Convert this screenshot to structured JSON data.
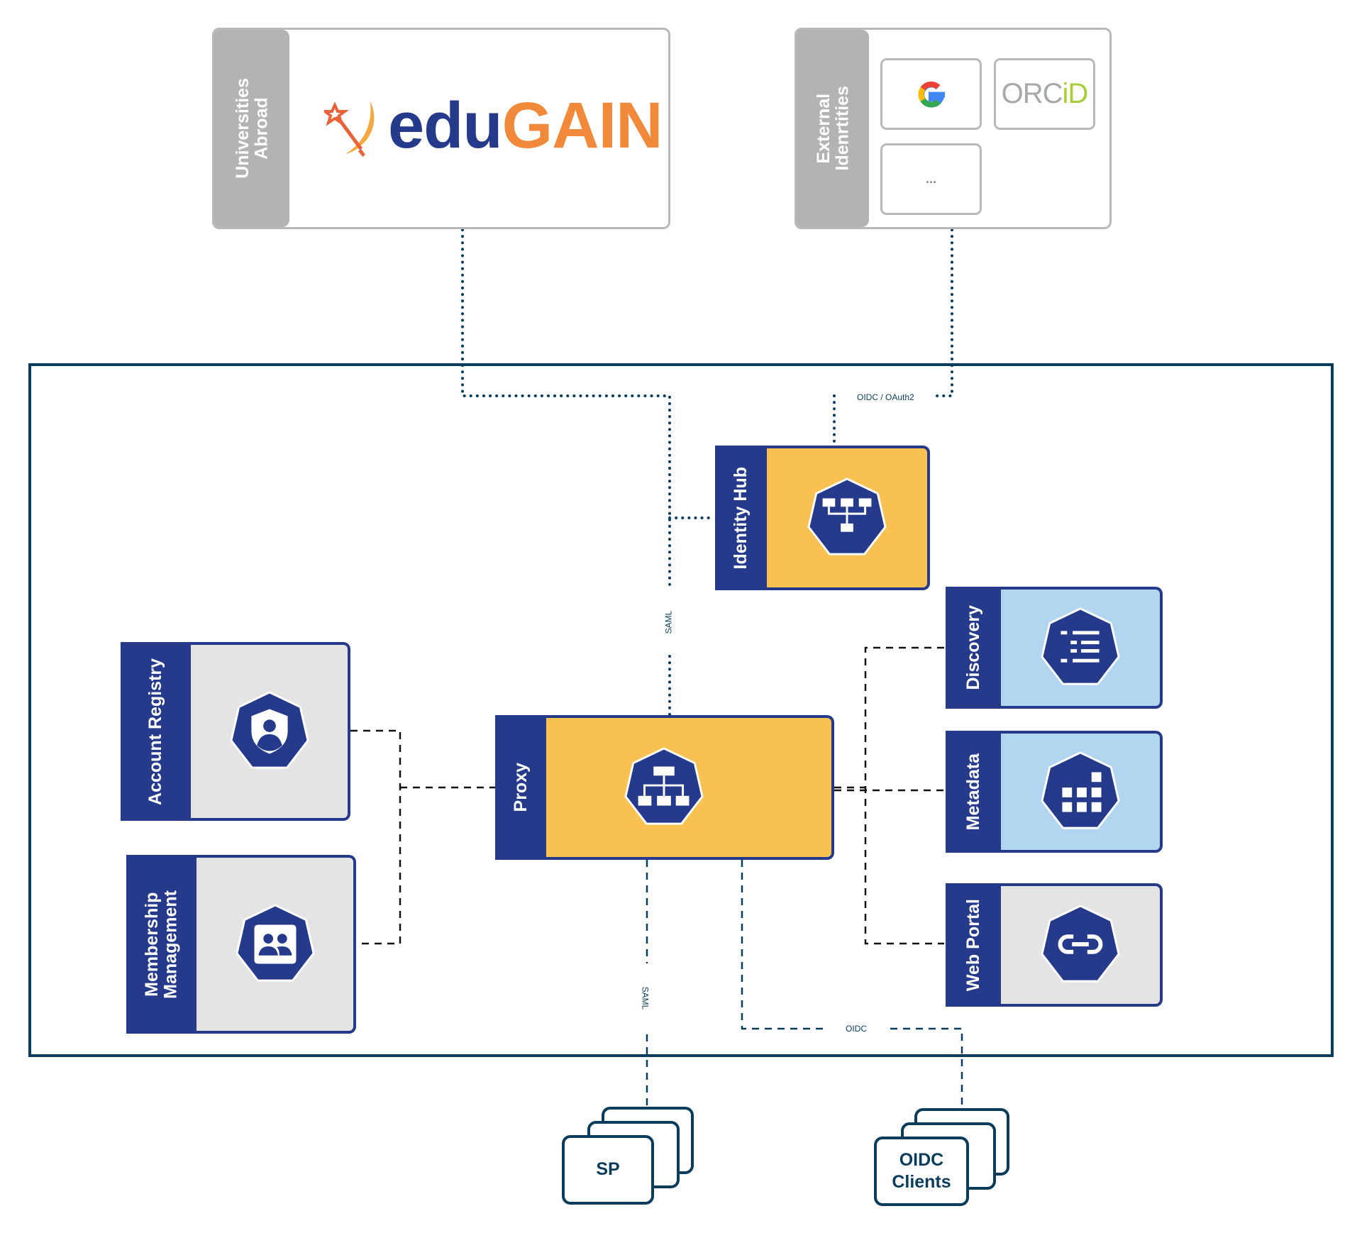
{
  "external_sources": {
    "universities": {
      "side_label_line1": "Universities",
      "side_label_line2": "Abroad",
      "logo_text_part1": "edu",
      "logo_text_part2": "GAIN"
    },
    "external_identities": {
      "side_label_line1": "External",
      "side_label_line2": "Idenrtities",
      "tiles": [
        {
          "name": "google",
          "label": "G"
        },
        {
          "name": "orcid",
          "label_part1": "ORC",
          "label_part2": "iD"
        },
        {
          "name": "more",
          "label": "..."
        }
      ]
    }
  },
  "connections": {
    "oidc_oauth2": "OIDC / OAuth2",
    "saml_upper": "SAML",
    "saml_lower": "SAML",
    "oidc_lower": "OIDC"
  },
  "services": {
    "identity_hub": {
      "label": "Identity Hub",
      "icon": "federation-hierarchy-icon"
    },
    "proxy": {
      "label": "Proxy",
      "icon": "sitemap-icon"
    },
    "account_registry": {
      "label": "Account Registry",
      "icon": "user-shield-icon"
    },
    "membership_management": {
      "label_line1": "Membership",
      "label_line2": "Management",
      "icon": "group-icon"
    },
    "discovery": {
      "label": "Discovery",
      "icon": "list-icon"
    },
    "metadata": {
      "label": "Metadata",
      "icon": "grid-blocks-icon"
    },
    "web_portal": {
      "label": "Web Portal",
      "icon": "link-icon"
    }
  },
  "clients": {
    "sp": {
      "label": "SP"
    },
    "oidc_clients": {
      "label_line1": "OIDC",
      "label_line2": "Clients"
    }
  },
  "colors": {
    "navy": "#253a8b",
    "frame": "#0a3d5c",
    "yellow": "#f8c152",
    "light_blue": "#b3d6f0",
    "light_grey": "#e4e4e4",
    "grey_side": "#b3b3b3",
    "edugain_blue": "#253a8b",
    "edugain_orange": "#f08a3a"
  }
}
